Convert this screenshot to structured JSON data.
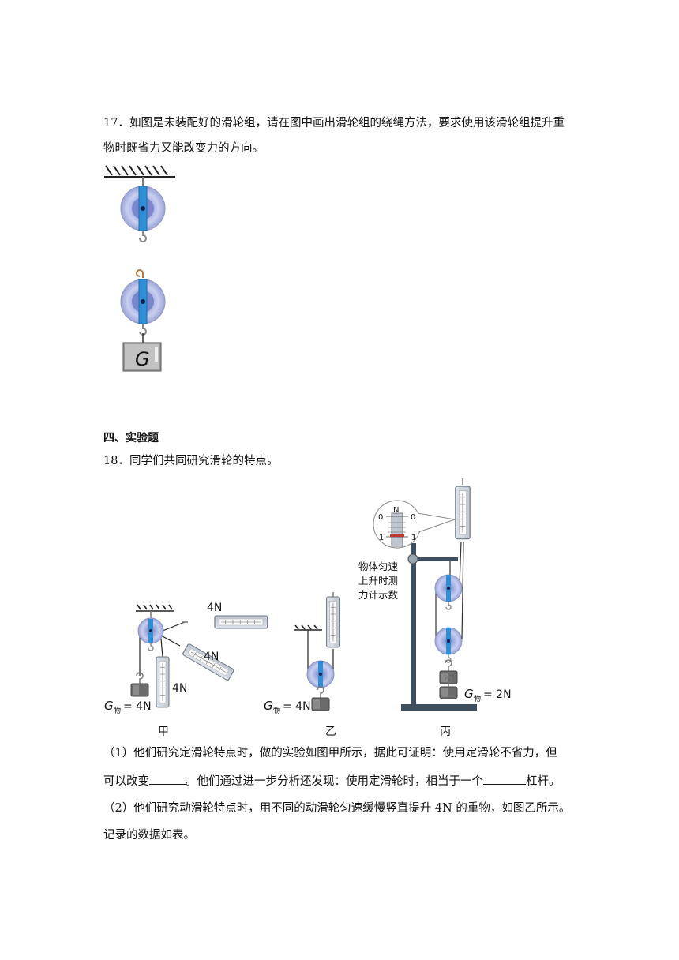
{
  "q17": {
    "line1": "17．如图是未装配好的滑轮组，请在图中画出滑轮组的绕绳方法，要求使用该滑轮组提升重",
    "line2": "物时既省力又能改变力的方向。",
    "weight_label": "G"
  },
  "section_title": "四、实验题",
  "q18": {
    "stem": "18．同学们共同研究滑轮的特点。",
    "fig_jia": {
      "caption": "甲",
      "g_label": "G",
      "g_sub": "物",
      "g_value": "= 4N",
      "readings": [
        "4N",
        "4N",
        "4N"
      ]
    },
    "fig_yi": {
      "caption": "乙",
      "g_label": "G",
      "g_sub": "物",
      "g_value": "= 4N"
    },
    "fig_bing": {
      "caption": "丙",
      "g_label": "G",
      "g_sub": "物",
      "g_value": "= 2N",
      "note_lines": [
        "物体匀速",
        "上升时测",
        "力计示数"
      ],
      "dial": {
        "unit": "N",
        "left_top": "0",
        "right_top": "0",
        "left_bottom": "1",
        "right_bottom": "1"
      }
    },
    "part1_a": "（1）他们研究定滑轮特点时，做的实验如图甲所示，据此可证明：使用定滑轮不省力，但",
    "part1_b_pre": "可以改变",
    "part1_b_mid": "。他们通过进一步分析还发现：使用定滑轮时，相当于一个",
    "part1_b_post": "杠杆。",
    "part2_a": "（2）他们研究动滑轮特点时，用不同的动滑轮匀速缓慢竖直提升 4N 的重物，如图乙所示。",
    "part2_b": "记录的数据如表。"
  }
}
